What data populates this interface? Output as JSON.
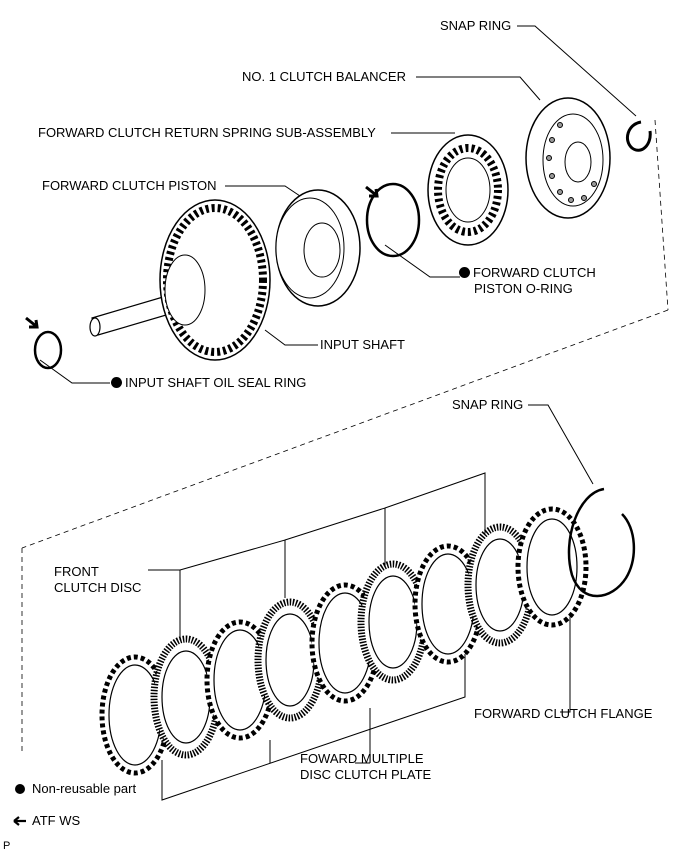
{
  "labels": {
    "snap_ring_top": "SNAP RING",
    "clutch_balancer": "NO. 1 CLUTCH BALANCER",
    "return_spring": "FORWARD CLUTCH RETURN SPRING SUB-ASSEMBLY",
    "piston": "FORWARD CLUTCH PISTON",
    "piston_oring_line1": "FORWARD CLUTCH",
    "piston_oring_line2": "PISTON O-RING",
    "input_shaft": "INPUT SHAFT",
    "oil_seal_ring": "INPUT SHAFT OIL SEAL RING",
    "snap_ring_bottom": "SNAP RING",
    "front_clutch_disc_line1": "FRONT",
    "front_clutch_disc_line2": "CLUTCH DISC",
    "forward_clutch_flange": "FORWARD CLUTCH FLANGE",
    "multiple_disc_plate_line1": "FOWARD MULTIPLE",
    "multiple_disc_plate_line2": "DISC CLUTCH PLATE"
  },
  "legend": {
    "non_reusable": "Non-reusable part",
    "atf": "ATF WS"
  },
  "corner_mark": "P",
  "icons": {
    "non_reusable": "filled-circle-icon",
    "atf": "arrow-icon"
  }
}
